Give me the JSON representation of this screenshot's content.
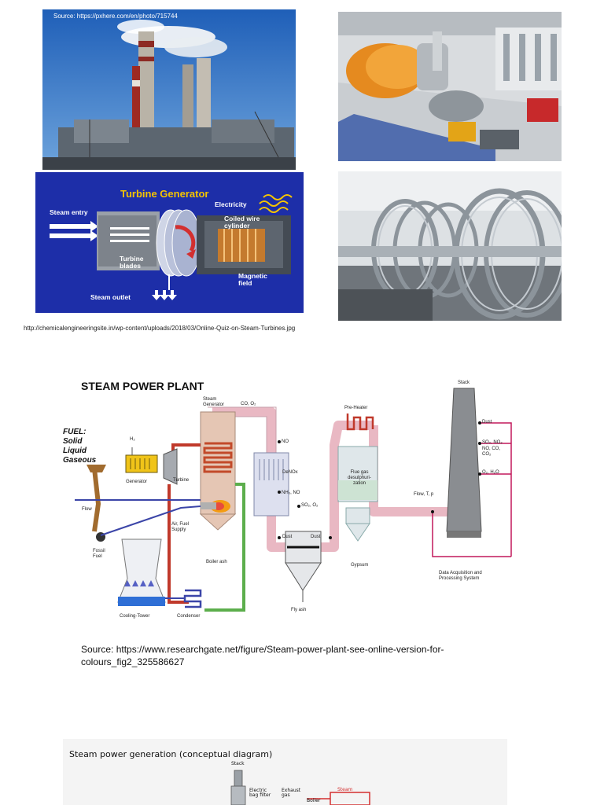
{
  "photo_chimneys": {
    "source_label": "Source: https://pxhere.com/en/photo/715744"
  },
  "turbine_generator": {
    "title": "Turbine Generator",
    "labels": {
      "steam_entry": "Steam entry",
      "electricity": "Electricity",
      "coiled_wire": "Coiled wire cylinder",
      "turbine_blades": "Turbine blades",
      "magnetic_field": "Magnetic field",
      "steam_outlet": "Steam outlet"
    }
  },
  "turbine_caption": "http://chemicalengineeringsite.in/wp-content/uploads/2018/03/Online-Quiz-on-Steam-Turbines.jpg",
  "steam_power_plant": {
    "title": "STEAM POWER PLANT",
    "fuel": [
      "FUEL:",
      "Solid",
      "Liquid",
      "Gaseous"
    ],
    "labels": {
      "h2": "H₂",
      "generator": "Generator",
      "turbine": "Turbine",
      "steam_generator": "Steam Generator",
      "co_o2": "CO, O₂",
      "no": "NO",
      "denox": "DeNOx",
      "nh3_no": "NH₃, NO",
      "so2_o2": "SO₂, O₂",
      "dust_left": "Dust",
      "dust_mid": "Dust",
      "pre_heater": "Pre-Heater",
      "flue_gas": "Flue gas desulphuri- zation",
      "gypsum": "Gypsum",
      "fly_ash": "Fly ash",
      "flow_left": "Flow",
      "air_fuel": "Air, Fuel Supply",
      "boiler_ash": "Boiler ash",
      "fossil_fuel": "Fossil Fuel",
      "cooling_tower": "Cooling-Tower",
      "condenser": "Condenser",
      "stack": "Stack",
      "dust_stack": "Dust",
      "so2_nox": "SO₂, NO₂",
      "no_co": "NO, CO, CO₂",
      "o2_h2o": "O₂, H₂O",
      "flow_tp": "Flow, T, p",
      "daq": "Data Acquisition and Processing System"
    }
  },
  "plant_source": "Source: https://www.researchgate.net/figure/Steam-power-plant-see-online-version-for-colours_fig2_325586627",
  "conceptual": {
    "title": "Steam power generation (conceptual diagram)",
    "labels": {
      "stack": "Stack",
      "electric_bag_filter": "Electric bag filter",
      "exhaust_gas": "Exhaust gas",
      "steam": "Steam",
      "boiler": "Boiler"
    }
  },
  "colors": {
    "steam_pipe_red": "#c0392b",
    "water_pipe_green": "#5cae4c",
    "flue_pink": "#e9b8c3",
    "daq_magenta": "#c2185b",
    "turbine_bg_blue": "#1d2ea8",
    "title_yellow": "#f5c400"
  }
}
